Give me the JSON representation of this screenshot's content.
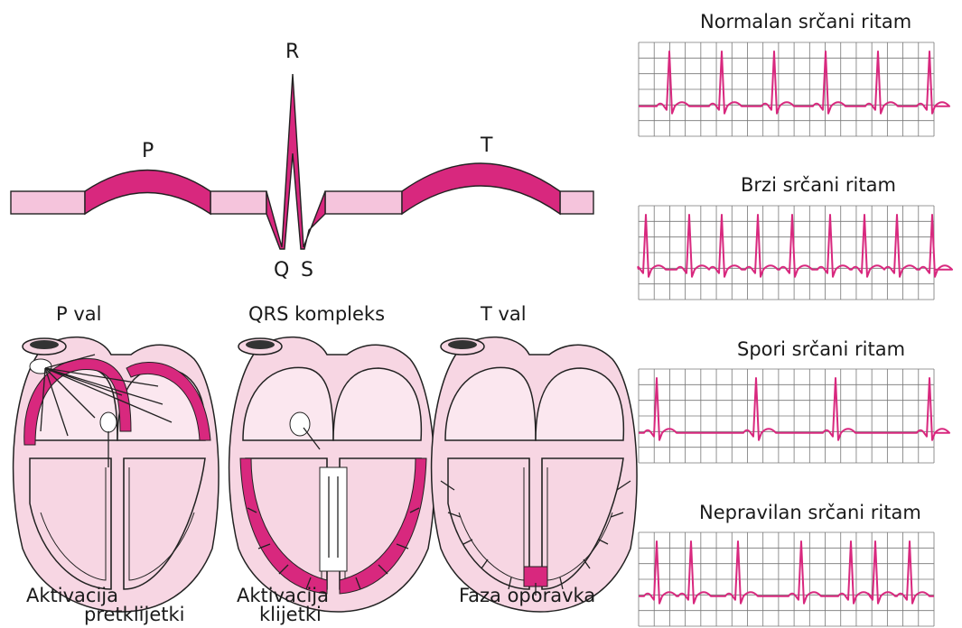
{
  "ecg_waveform": {
    "labels": {
      "p": "P",
      "r": "R",
      "q": "Q",
      "s": "S",
      "t": "T"
    }
  },
  "heart_diagrams": [
    {
      "title": "P val",
      "caption_line1": "Aktivacija",
      "caption_line2": "pretklijetki"
    },
    {
      "title": "QRS kompleks",
      "caption_line1": "Aktivacija",
      "caption_line2": "klijetki"
    },
    {
      "title": "T val",
      "caption_line1": "Faza oporavka",
      "caption_line2": ""
    }
  ],
  "rhythm_strips": [
    {
      "title": "Normalan srčani ritam",
      "pattern": "normal"
    },
    {
      "title": "Brzi srčani ritam",
      "pattern": "fast"
    },
    {
      "title": "Spori srčani ritam",
      "pattern": "slow"
    },
    {
      "title": "Nepravilan srčani ritam",
      "pattern": "irregular"
    }
  ],
  "colors": {
    "magenta": "#d8287e",
    "light_pink": "#f5c4dc",
    "heart_fill": "#f7d6e3",
    "grid": "#777777"
  }
}
